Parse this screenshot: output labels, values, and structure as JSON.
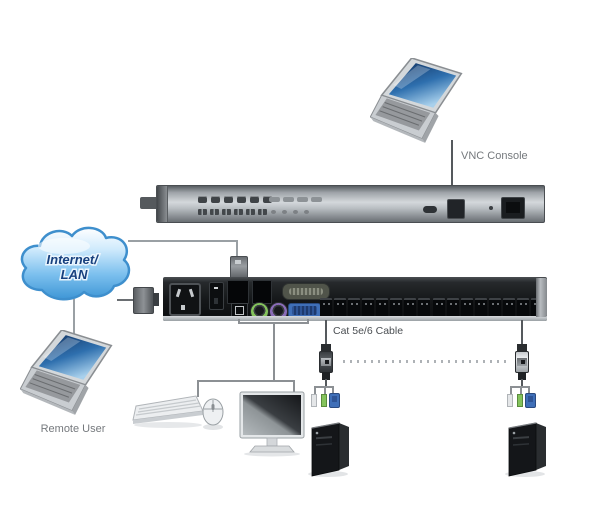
{
  "labels": {
    "vnc_console": "VNC Console",
    "remote_user": "Remote User",
    "cloud_line1": "Internet/",
    "cloud_line2": "LAN",
    "cable": "Cat 5e/6 Cable"
  },
  "front_panel": {
    "pushbuttons": 6,
    "led_pairs": 6,
    "vent_slots": 4,
    "indicator_dots": 4
  },
  "rear_panel": {
    "cat5_port_groups": 2,
    "ports_per_group": 8,
    "total_cat5_ports": 16
  },
  "link": {
    "continuation_dashes": 24
  },
  "colors": {
    "cloud-stroke": "#3e8fcd",
    "cloud-text": "#17407e",
    "ps2-green": "#84c35c",
    "ps2-purple": "#8a6cb8",
    "vga-blue": "#3f6fb8",
    "line-gray": "#9aa0a4",
    "bracket-gray": "#8c9094",
    "label-gray": "#75797d",
    "cable-line": "#55595d"
  }
}
